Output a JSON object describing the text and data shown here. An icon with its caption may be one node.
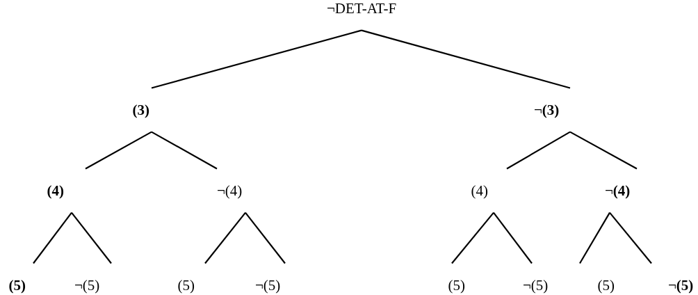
{
  "diagram": {
    "nodes": [
      {
        "text": [
          "¬DET-AT-F"
        ]
      },
      {
        "text": [
          "**(3)**"
        ]
      },
      {
        "text": [
          "¬**(3)**"
        ]
      },
      {
        "text": [
          "**(4)**"
        ]
      },
      {
        "text": [
          "¬(4)"
        ]
      },
      {
        "text": [
          "(4)"
        ]
      },
      {
        "text": [
          "¬**(4)**"
        ]
      },
      {
        "text": [
          "**(5)**"
        ]
      },
      {
        "text": [
          "¬(5)"
        ]
      },
      {
        "text": [
          "(5)"
        ]
      },
      {
        "text": [
          "¬(5)"
        ]
      },
      {
        "text": [
          "(5)"
        ]
      },
      {
        "text": [
          "¬(5)"
        ]
      },
      {
        "text": [
          "(5)"
        ]
      },
      {
        "text": [
          "¬**(5)**"
        ]
      }
    ],
    "edges": [
      {
        "from": 0,
        "to": 1,
        "arrow": "none"
      },
      {
        "from": 0,
        "to": 2,
        "arrow": "none"
      },
      {
        "from": 1,
        "to": 3,
        "arrow": "none"
      },
      {
        "from": 1,
        "to": 4,
        "arrow": "none"
      },
      {
        "from": 2,
        "to": 5,
        "arrow": "none"
      },
      {
        "from": 2,
        "to": 6,
        "arrow": "none"
      },
      {
        "from": 3,
        "to": 7,
        "arrow": "none"
      },
      {
        "from": 3,
        "to": 8,
        "arrow": "none"
      },
      {
        "from": 4,
        "to": 9,
        "arrow": "none"
      },
      {
        "from": 4,
        "to": 10,
        "arrow": "none"
      },
      {
        "from": 5,
        "to": 11,
        "arrow": "none"
      },
      {
        "from": 5,
        "to": 12,
        "arrow": "none"
      },
      {
        "from": 6,
        "to": 13,
        "arrow": "none"
      },
      {
        "from": 6,
        "to": 14,
        "arrow": "none"
      }
    ]
  }
}
